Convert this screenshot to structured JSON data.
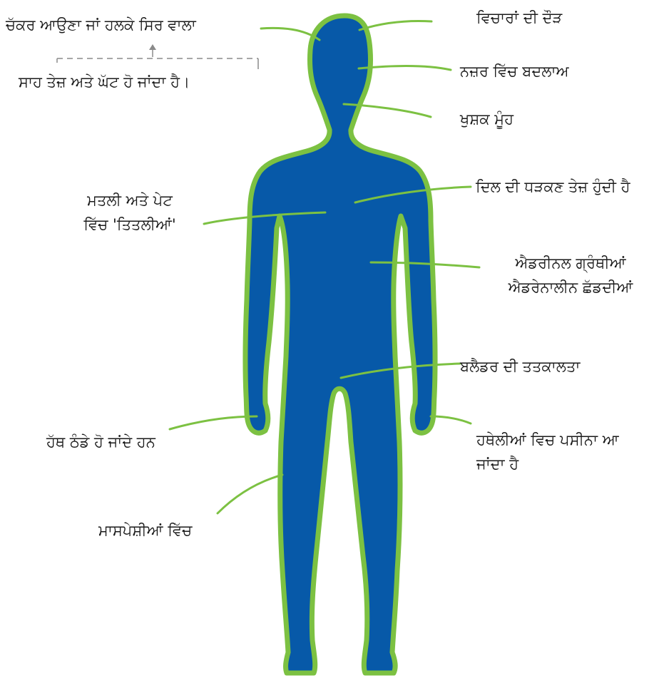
{
  "colors": {
    "body_fill": "#0759a8",
    "outline": "#7cc142",
    "text": "#1a1a1a",
    "dash": "#8a8a8a"
  },
  "labels": {
    "dizzy": "ਚੱਕਰ ਆਉਣਾ ਜਾਂ ਹਲਕੇ ਸਿਰ ਵਾਲਾ",
    "breathing": "ਸਾਹ ਤੇਜ਼ ਅਤੇ ਘੱਟ ਹੋ ਜਾਂਦਾ ਹੈ।",
    "racing_thoughts": "ਵਿਚਾਰਾਂ ਦੀ ਦੌੜ",
    "vision_change": "ਨਜ਼ਰ ਵਿੱਚ ਬਦਲਾਅ",
    "dry_mouth": "ਖੁਸ਼ਕ ਮੂੰਹ",
    "heartbeat": "ਦਿਲ ਦੀ ਧੜਕਣ ਤੇਜ਼ ਹੁੰਦੀ ਹੈ",
    "nausea": [
      "ਮਤਲੀ ਅਤੇ ਪੇਟ",
      "ਵਿੱਚ 'ਤਿਤਲੀਆਂ'"
    ],
    "adrenal": [
      "ਐਡਰੀਨਲ ਗ੍ਰੰਥੀਆਂ",
      "ਐਡਰੇਨਾਲੀਨ ਛੱਡਦੀਆਂ"
    ],
    "bladder": "ਬਲੈਡਰ ਦੀ ਤਤਕਾਲਤਾ",
    "cold_hands": "ਹੱਥ ਠੰਡੇ ਹੋ ਜਾਂਦੇ ਹਨ",
    "sweaty_palms": [
      "ਹਥੇਲੀਆਂ ਵਿਚ ਪਸੀਨਾ ਆ",
      "ਜਾਂਦਾ ਹੈ"
    ],
    "muscles": "ਮਾਸਪੇਸ਼ੀਆਂ ਵਿੱਚ"
  }
}
